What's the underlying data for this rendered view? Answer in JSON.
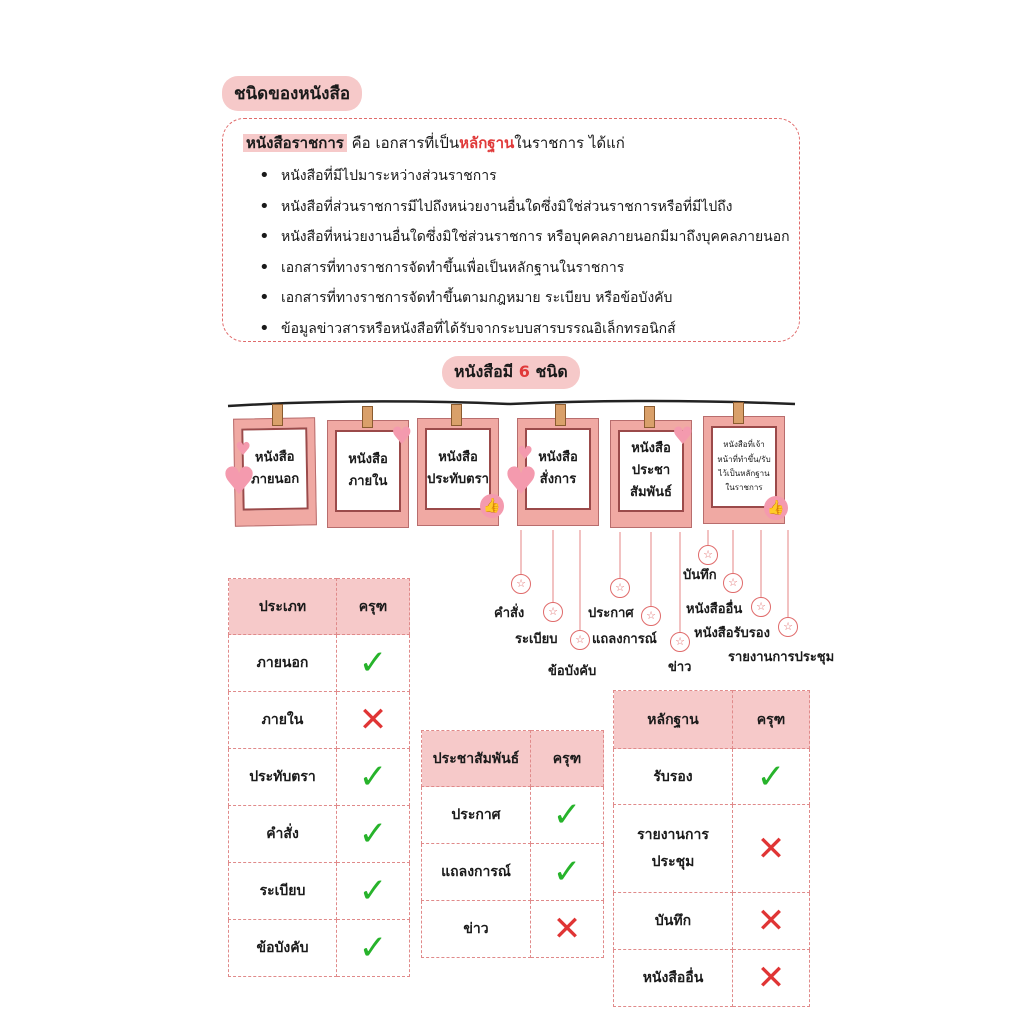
{
  "title": "ชนิดของหนังสือ",
  "definition": {
    "term": "หนังสือราชการ",
    "is": "คือ",
    "text1": "เอกสารที่เป็น",
    "highlight": "หลักฐาน",
    "text2": "ในราชการ ได้แก่",
    "items": [
      "หนังสือที่มีไปมาระหว่างส่วนราชการ",
      "หนังสือที่ส่วนราชการมีไปถึงหน่วยงานอื่นใดซึ่งมิใช่ส่วนราชการหรือที่มีไปถึง",
      "หนังสือที่หน่วยงานอื่นใดซึ่งมิใช่ส่วนราชการ หรือบุคคลภายนอกมีมาถึงบุคคลภายนอก",
      "เอกสารที่ทางราชการจัดทำขึ้นเพื่อเป็นหลักฐานในราชการ",
      "เอกสารที่ทางราชการจัดทำขึ้นตามกฎหมาย ระเบียบ หรือข้อบังคับ",
      "ข้อมูลข่าวสารหรือหนังสือที่ได้รับจากระบบสารบรรณอิเล็กทรอนิกส์"
    ]
  },
  "types_heading": {
    "pre": "หนังสือมี",
    "num": "6",
    "post": "ชนิด"
  },
  "frames": [
    {
      "l1": "หนังสือ",
      "l2": "ภายนอก"
    },
    {
      "l1": "หนังสือ",
      "l2": "ภายใน"
    },
    {
      "l1": "หนังสือ",
      "l2": "ประทับตรา"
    },
    {
      "l1": "หนังสือ",
      "l2": "สั่งการ"
    },
    {
      "l1": "หนังสือ",
      "l2": "ประชา",
      "l3": "สัมพันธ์"
    },
    {
      "l1": "หนังสือที่เจ้า",
      "l2": "หน้าที่ทำขึ้น/รับ",
      "l3": "ไว้เป็นหลักฐาน",
      "l4": "ในราชการ"
    }
  ],
  "subtypes": {
    "order": [
      "คำสั่ง",
      "ระเบียบ",
      "ข้อบังคับ"
    ],
    "pr": [
      "ประกาศ",
      "แถลงการณ์",
      "ข่าว"
    ],
    "evidence": [
      "บันทึก",
      "หนังสืออื่น",
      "หนังสือรับรอง",
      "รายงานการประชุม"
    ]
  },
  "table1": {
    "headers": [
      "ประเภท",
      "ครุฑ"
    ],
    "rows": [
      {
        "name": "ภายนอก",
        "mark": "✓"
      },
      {
        "name": "ภายใน",
        "mark": "✕"
      },
      {
        "name": "ประทับตรา",
        "mark": "✓"
      },
      {
        "name": "คำสั่ง",
        "mark": "✓"
      },
      {
        "name": "ระเบียบ",
        "mark": "✓"
      },
      {
        "name": "ข้อบังคับ",
        "mark": "✓"
      }
    ]
  },
  "table2": {
    "headers": [
      "ประชาสัมพันธ์",
      "ครุฑ"
    ],
    "rows": [
      {
        "name": "ประกาศ",
        "mark": "✓"
      },
      {
        "name": "แถลงการณ์",
        "mark": "✓"
      },
      {
        "name": "ข่าว",
        "mark": "✕"
      }
    ]
  },
  "table3": {
    "headers": [
      "หลักฐาน",
      "ครุฑ"
    ],
    "rows": [
      {
        "name": "รับรอง",
        "mark": "✓"
      },
      {
        "name": "รายงานการ",
        "name2": "ประชุม",
        "mark": "✕"
      },
      {
        "name": "บันทึก",
        "mark": "✕"
      },
      {
        "name": "หนังสืออื่น",
        "mark": "✕"
      }
    ]
  },
  "colors": {
    "accent_pink": "#f6c9c9",
    "frame_pink": "#f0a9a3",
    "highlight_red": "#e03a3a",
    "check_green": "#27b32b",
    "cross_red": "#e03535"
  }
}
